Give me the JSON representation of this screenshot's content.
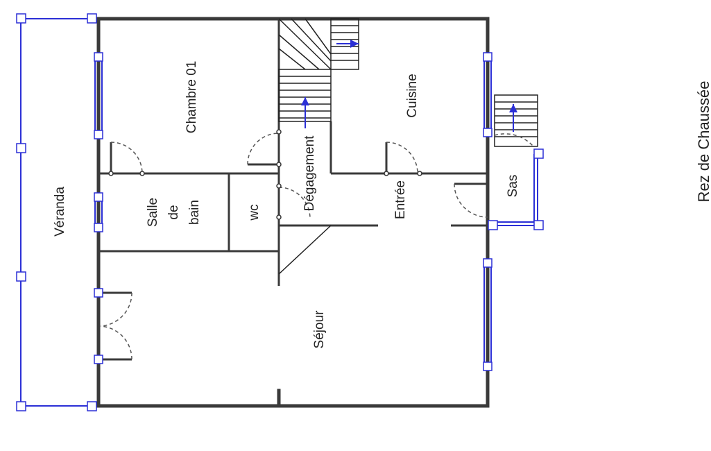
{
  "plan": {
    "title": "Rez de Chaussée",
    "rooms": {
      "chambre": "Chambre 01",
      "cuisine": "Cuisine",
      "degagement": "Dégagement",
      "veranda": "Véranda",
      "salle_line1": "Salle",
      "salle_line2": "de",
      "salle_line3": "bain",
      "wc": "wc",
      "entree": "Entrée",
      "sas": "Sas",
      "sejour": "Séjour"
    },
    "colors": {
      "wall": "#3a3a3a",
      "selection": "#2b2fd6",
      "background": "#ffffff"
    }
  }
}
